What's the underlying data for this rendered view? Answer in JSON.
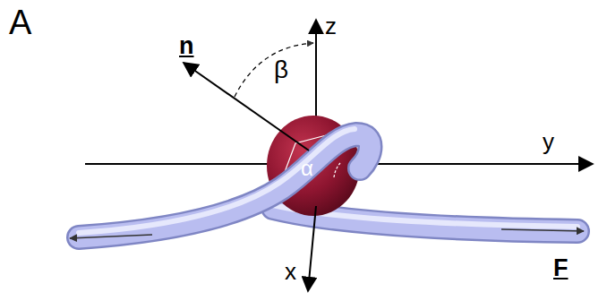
{
  "diagram": {
    "labels": [
      "A",
      "n",
      "z",
      "β",
      "α",
      "y",
      "x",
      "F"
    ]
  }
}
